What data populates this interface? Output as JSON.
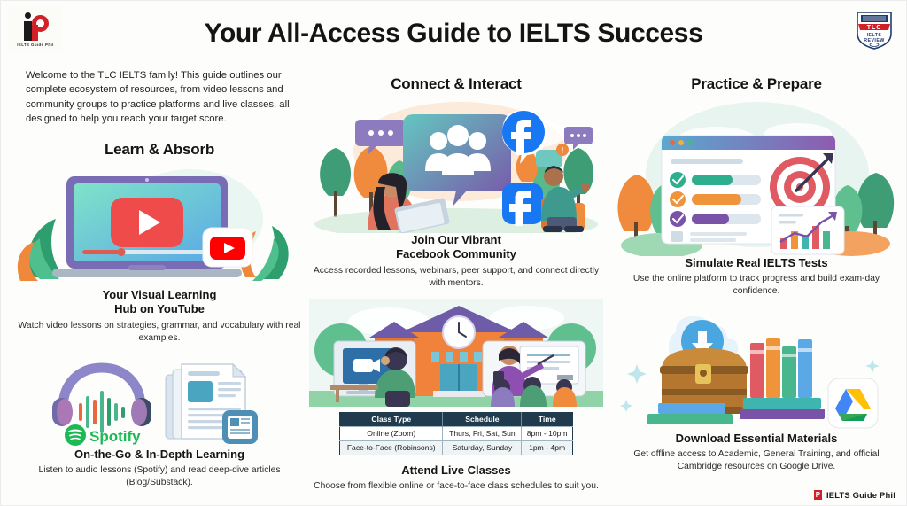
{
  "brand": {
    "logo_text": "IELTS Guide Phil",
    "badge_line1": "TLC",
    "badge_line2": "IELTS",
    "badge_line3": "REVIEW",
    "footer_text": "IELTS Guide Phil",
    "footer_mark": "P"
  },
  "header": {
    "title": "Your All-Access Guide to IELTS Success",
    "intro": "Welcome to the TLC IELTS family! This guide outlines our complete ecosystem of resources, from video lessons and community groups to practice platforms and live classes, all designed to help you reach your target score."
  },
  "columns": {
    "left": {
      "heading": "Learn & Absorb",
      "blocks": [
        {
          "title": "Your Visual Learning\nHub on YouTube",
          "title_line1": "Your Visual Learning",
          "title_line2": "Hub on YouTube",
          "subtitle": "Watch video lessons on strategies, grammar, and vocabulary with real examples.",
          "illustration": "laptop-youtube-illustration"
        },
        {
          "title_line1": "On-the-Go & In-Depth Learning",
          "title_line2": "",
          "subtitle": "Listen to audio lessons (Spotify) and read deep-dive articles (Blog/Substack).",
          "illustration": "headphones-spotify-articles-illustration",
          "brand_label": "Spotify"
        }
      ]
    },
    "middle": {
      "heading": "Connect & Interact",
      "blocks": [
        {
          "title_line1": "Join Our Vibrant",
          "title_line2": "Facebook Community",
          "subtitle": "Access recorded lessons, webinars, peer support, and connect directly with mentors.",
          "illustration": "facebook-community-illustration"
        },
        {
          "title_line1": "Attend Live Classes",
          "title_line2": "",
          "subtitle": "Choose from flexible online or face-to-face class schedules to suit you.",
          "illustration": "school-live-classes-illustration"
        }
      ],
      "schedule": {
        "headers": [
          "Class Type",
          "Schedule",
          "Time"
        ],
        "rows": [
          [
            "Online (Zoom)",
            "Thurs, Fri, Sat, Sun",
            "8pm - 10pm"
          ],
          [
            "Face-to-Face (Robinsons)",
            "Saturday, Sunday",
            "1pm - 4pm"
          ]
        ]
      }
    },
    "right": {
      "heading": "Practice & Prepare",
      "blocks": [
        {
          "title_line1": "Simulate Real IELTS Tests",
          "title_line2": "",
          "subtitle": "Use the online platform to track progress and build exam-day confidence.",
          "illustration": "dashboard-target-chart-illustration"
        },
        {
          "title_line1": "Download Essential Materials",
          "title_line2": "",
          "subtitle": "Get offline access to Academic, General Training, and official Cambridge resources on Google Drive.",
          "illustration": "books-chest-drive-illustration"
        }
      ]
    }
  },
  "colors": {
    "accent_red": "#d22027",
    "youtube_red": "#ff0000",
    "facebook_blue": "#1877f2",
    "spotify_green": "#1db954",
    "table_header": "#1f3b4d",
    "purple": "#7a6bb5",
    "teal": "#3fb59a",
    "orange": "#f08a3c",
    "background": "#fdfdfb"
  }
}
